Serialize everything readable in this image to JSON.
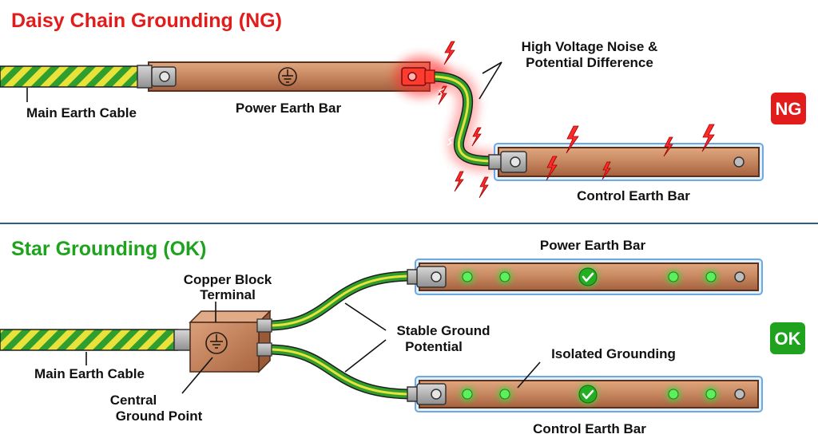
{
  "top_section": {
    "title": "Daisy Chain Grounding (NG)",
    "main_cable_label": "Main Earth Cable",
    "power_bar_label": "Power Earth Bar",
    "noise_label_line1": "High Voltage Noise &",
    "noise_label_line2": "Potential Difference",
    "control_bar_label": "Control Earth Bar",
    "badge": "NG"
  },
  "bottom_section": {
    "title": "Star Grounding (OK)",
    "block_label_line1": "Copper Block",
    "block_label_line2": "Terminal",
    "main_cable_label": "Main Earth Cable",
    "central_label_line1": "Central",
    "central_label_line2": "Ground Point",
    "stable_label_line1": "Stable Ground",
    "stable_label_line2": "Potential",
    "power_bar_label": "Power Earth Bar",
    "isolated_label": "Isolated Grounding",
    "control_bar_label": "Control Earth Bar",
    "badge": "OK"
  },
  "colors": {
    "ng_red": "#e21b1b",
    "ok_green": "#1fa31f",
    "copper": "#c98a62",
    "copper_dark": "#8a4d2e",
    "cable_green": "#2f9e2f",
    "cable_yellow": "#e8e23a",
    "glow_green": "#38d938",
    "divider": "#2d5d8a"
  },
  "icons": [
    "ground-symbol-icon",
    "checkmark-icon",
    "lightning-bolt-icon"
  ]
}
